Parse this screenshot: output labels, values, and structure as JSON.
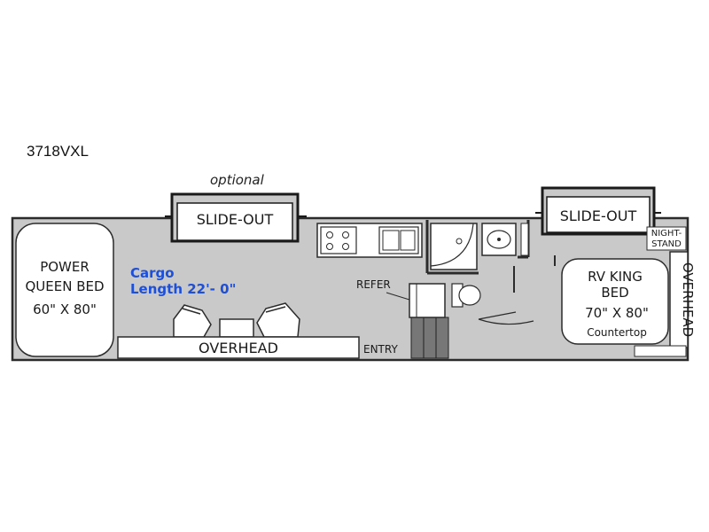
{
  "model": "3718VXL",
  "slideout_note": "optional",
  "labels": {
    "slide_out_left": "SLIDE-OUT",
    "slide_out_right": "SLIDE-OUT",
    "power_bed": [
      "POWER",
      "QUEEN BED",
      "60\" X 80\""
    ],
    "cargo": [
      "Cargo",
      "Length 22'- 0\""
    ],
    "overhead_bottom": "OVERHEAD",
    "entry": "ENTRY",
    "refer": "REFER",
    "nightstand": [
      "NIGHT-",
      "STAND"
    ],
    "king_bed": [
      "RV KING",
      "BED",
      "70\" X 80\""
    ],
    "countertop": "Countertop",
    "overhead_side": "OVERHEAD"
  },
  "colors": {
    "floor": "#c9c9c9",
    "wall": "#2b2b2b",
    "fixture": "#ffffff",
    "accent": "#1e4fd8"
  }
}
